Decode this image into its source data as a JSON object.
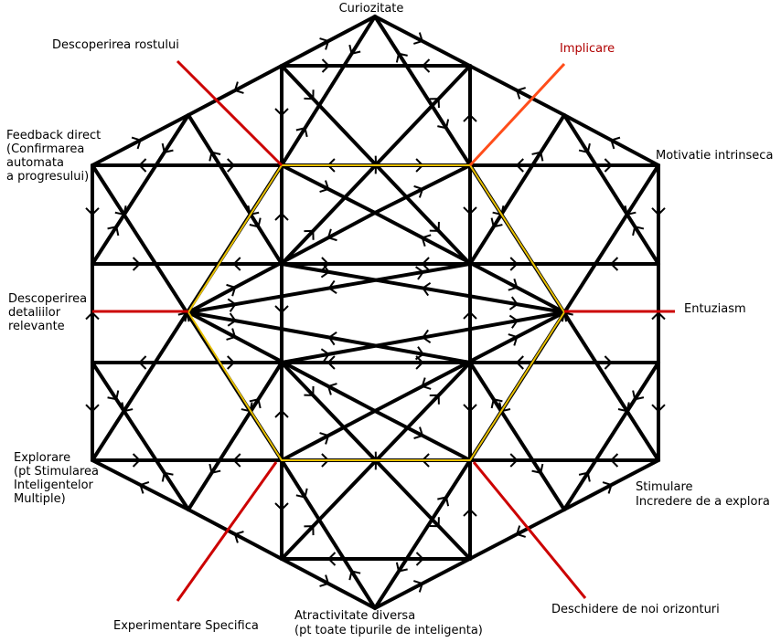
{
  "labels": {
    "top": "Curiozitate",
    "top_left": "Descoperirea rostului",
    "top_right": "Implicare",
    "upper_left": [
      "Feedback direct",
      "(Confirmarea",
      "automata",
      "a progresului)"
    ],
    "upper_right": "Motivatie intrinseca",
    "mid_left": [
      "Descoperirea",
      "detaliilor",
      "relevante"
    ],
    "mid_right": "Entuziasm",
    "lower_left": [
      "Explorare",
      "(pt Stimularea",
      "Inteligentelor",
      "Multiple)"
    ],
    "lower_right": [
      "Stimulare",
      "Incredere de a explora"
    ],
    "bottom_left": "Experimentare Specifica",
    "bottom": [
      "Atractivitate diversa",
      "(pt toate tipurile de inteligenta)"
    ],
    "bottom_right": "Deschidere de noi orizonturi"
  },
  "colors": {
    "lines": "#000000",
    "pointers": "#cc0000",
    "implicare_pointer": "#ff4d1a",
    "implicare_text": "#b00000",
    "inner_hexagon": "#e8c000"
  }
}
